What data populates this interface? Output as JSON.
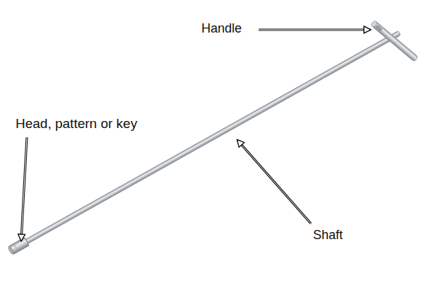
{
  "diagram": {
    "labels": [
      "Handle",
      "Head, pattern or key",
      "Shaft"
    ]
  }
}
